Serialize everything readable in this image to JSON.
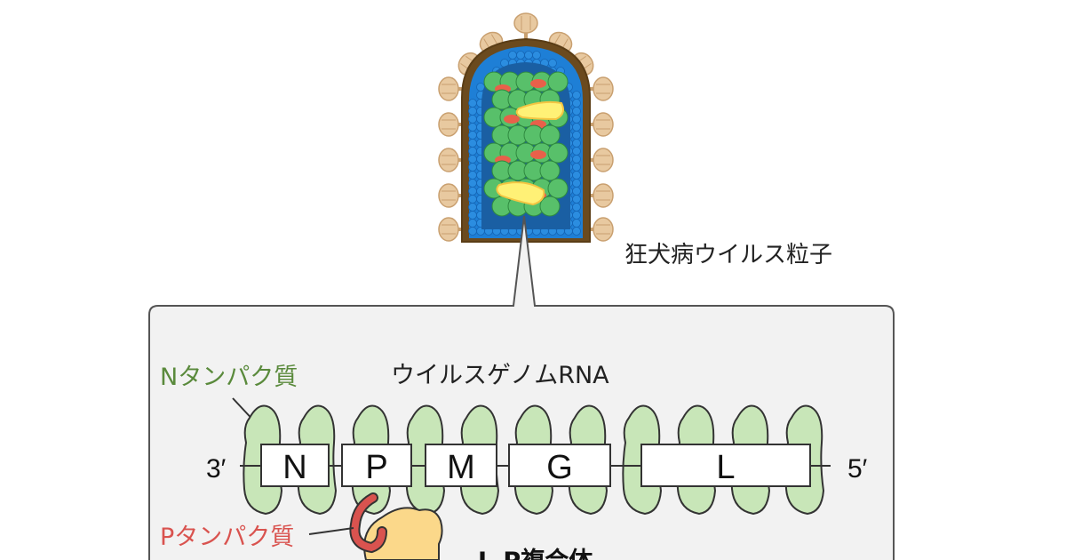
{
  "particle_label": "狂犬病ウイルス粒子",
  "n_protein_label": "Nタンパク質",
  "genome_label": "ウイルスゲノムRNA",
  "end_left": "3′",
  "end_right": "5′",
  "genes": [
    "N",
    "P",
    "M",
    "G",
    "L"
  ],
  "p_protein_label": "Pタンパク質",
  "lp_complex_label": "L-P複合体",
  "colors": {
    "n_protein_text": "#5a8a3c",
    "p_protein_text": "#d9534f",
    "n_protein_fill": "#c8e6b8",
    "l_protein_fill": "#fbd88a",
    "p_protein_fill": "#d9534f",
    "panel_bg": "#f2f2f2",
    "envelope": "#6b4a1e",
    "matrix": "#1e7fd6",
    "spike": "#e8c9a0"
  }
}
